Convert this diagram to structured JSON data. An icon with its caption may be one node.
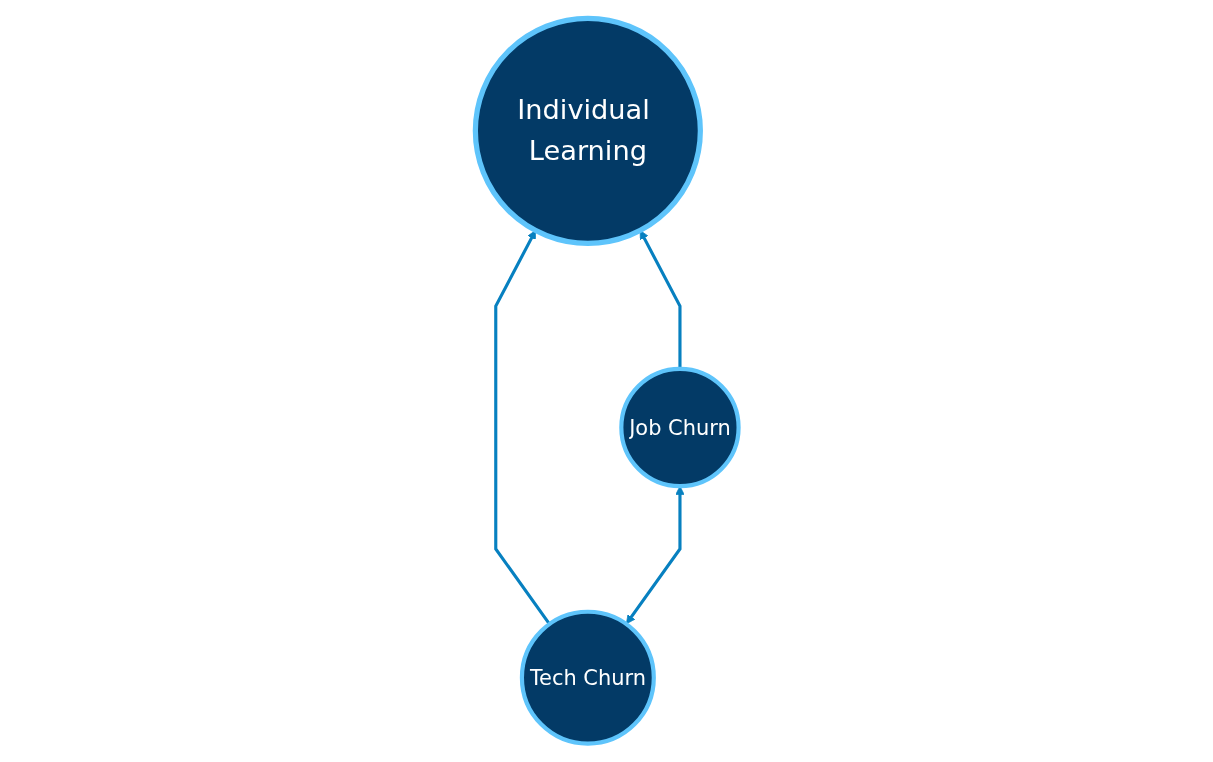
{
  "diagram": {
    "nodes": [
      {
        "text": [
          "Individual Learning"
        ]
      },
      {
        "text": [
          "Tech Churn"
        ]
      },
      {
        "text": [
          "Job Churn"
        ]
      }
    ],
    "edges": [
      {
        "from": 1,
        "to": 0,
        "arrow": "to"
      },
      {
        "from": 2,
        "to": 0,
        "arrow": "to"
      },
      {
        "from": 1,
        "to": 2,
        "arrow": "both"
      }
    ]
  }
}
